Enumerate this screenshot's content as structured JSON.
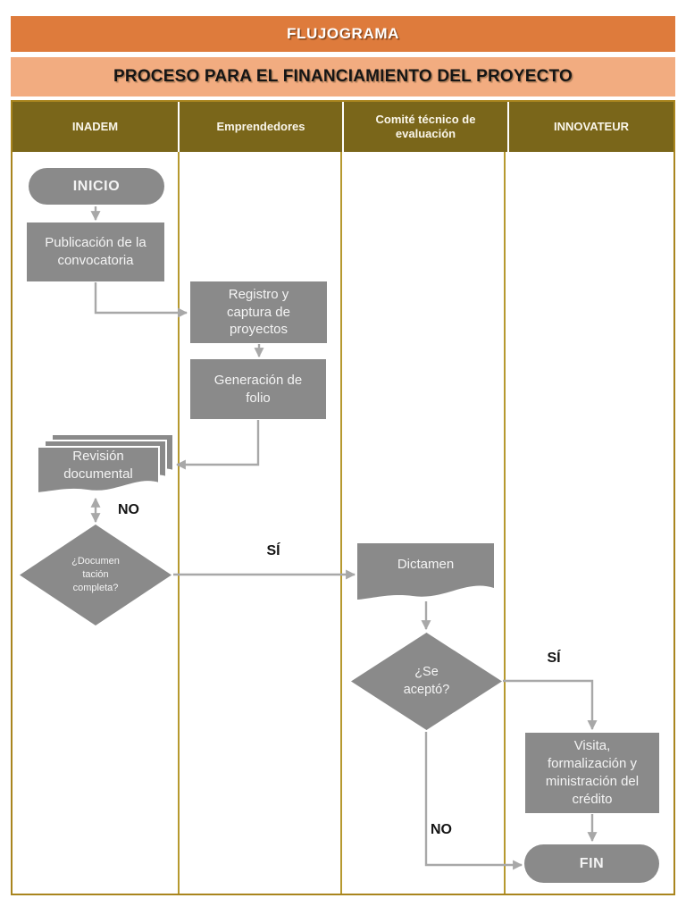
{
  "header": {
    "title": "FLUJOGRAMA",
    "subtitle": "PROCESO PARA EL FINANCIAMIENTO DEL PROYECTO"
  },
  "columns": [
    {
      "label": "INADEM"
    },
    {
      "label": "Emprendedores"
    },
    {
      "label": "Comité técnico de evaluación"
    },
    {
      "label": "INNOVATEUR"
    }
  ],
  "nodes": {
    "inicio": {
      "label": "INICIO",
      "type": "terminator"
    },
    "publicacion": {
      "label": "Publicación de la convocatoria",
      "type": "process"
    },
    "registro": {
      "label": "Registro y captura de proyectos",
      "type": "process"
    },
    "generacion": {
      "label": "Generación de folio",
      "type": "process"
    },
    "revision": {
      "label": "Revisión documental",
      "type": "multidocument"
    },
    "documentacion": {
      "lines": [
        "¿Documen",
        "tación",
        "completa?"
      ],
      "type": "decision"
    },
    "dictamen": {
      "label": "Dictamen",
      "type": "document"
    },
    "acepto": {
      "label": "¿Se aceptó?",
      "type": "decision"
    },
    "visita": {
      "label": "Visita, formalización y ministración del crédito",
      "type": "process"
    },
    "fin": {
      "label": "FIN",
      "type": "terminator"
    }
  },
  "edge_labels": {
    "no_revision": "NO",
    "si_dictamen": "SÍ",
    "si_visita": "SÍ",
    "no_fin": "NO"
  },
  "colors": {
    "title_bar": "#DE7B3C",
    "subtitle_bar": "#F2AC80",
    "lane_header": "#7A661A",
    "shape_fill": "#8A8A8A",
    "shape_text": "#F4F4F4",
    "arrow": "#A8A8A8",
    "border": "#A9851E",
    "label_text": "#141414"
  }
}
